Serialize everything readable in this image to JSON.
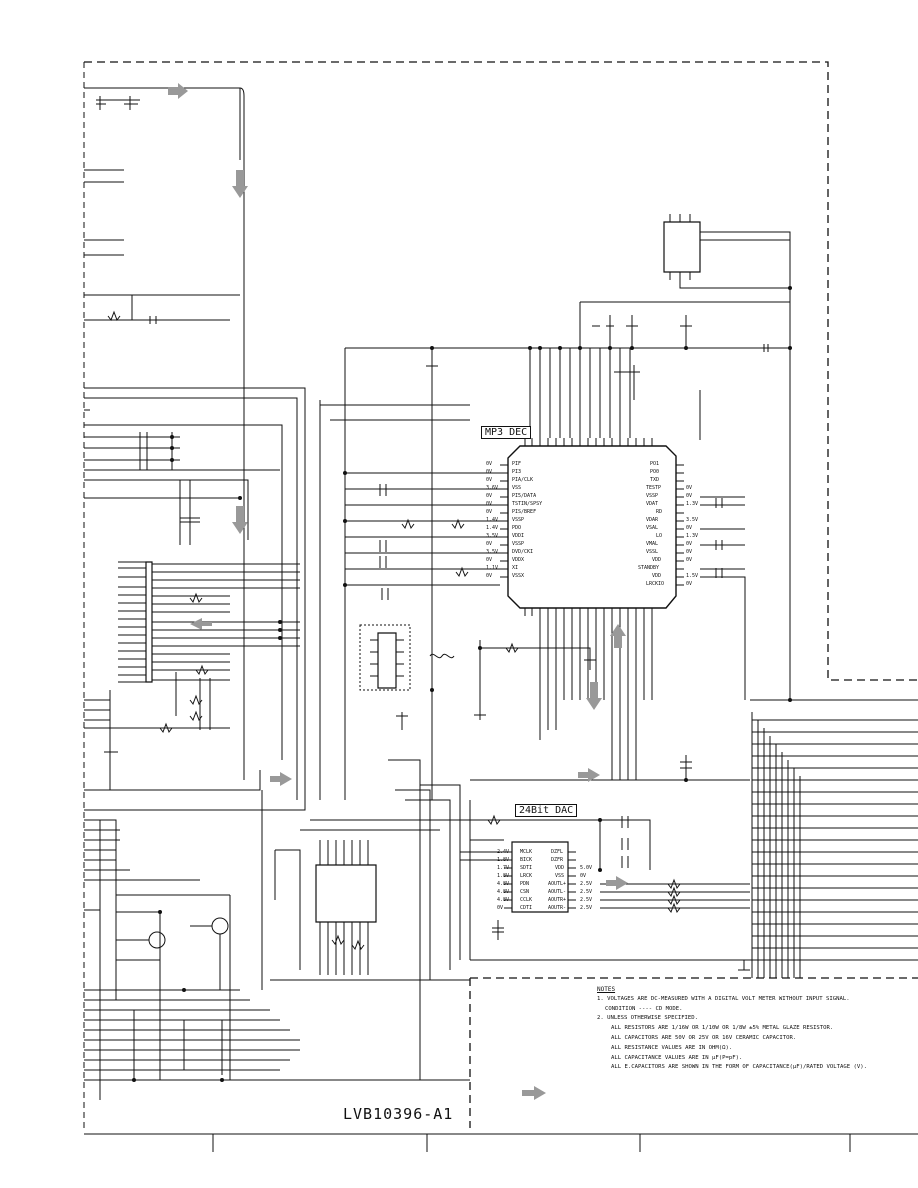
{
  "chips": {
    "mp3_dec": "MP3 DEC",
    "dac_24bit": "24Bit DAC"
  },
  "notes": {
    "heading": "NOTES",
    "lines": [
      "1. VOLTAGES ARE DC-MEASURED WITH A DIGITAL VOLT METER WITHOUT INPUT SIGNAL.",
      "CONDITION ---- CD MODE.",
      "2. UNLESS OTHERWISE SPECIFIED.",
      "ALL RESISTORS ARE 1/16W OR 1/10W OR 1/8W ±5% METAL GLAZE RESISTOR.",
      "ALL CAPACITORS ARE 50V OR 25V OR 16V CERAMIC CAPACITOR.",
      "ALL RESISTANCE VALUES ARE IN OHM(Ω).",
      "ALL CAPACITANCE VALUES ARE IN μF(P=pF).",
      "ALL E.CAPACITORS ARE SHOWN IN THE FORM OF CAPACITANCE(μF)/RATED VOLTAGE (V)."
    ]
  },
  "drawing_code": "LVB10396-A1",
  "dac_pins": {
    "left": [
      "MCLK",
      "BICK",
      "SDTI",
      "LRCK",
      "PDN",
      "CSN",
      "CCLK",
      "CDTI"
    ],
    "left_voltages": [
      "2.4V",
      "1.8V",
      "1.7V",
      "1.8V",
      "4.8V",
      "4.8V",
      "4.8V",
      "0V"
    ],
    "right": [
      "DZFL",
      "DZFR",
      "VDD",
      "VSS",
      "AOUTL+",
      "AOUTL-",
      "AOUTR+",
      "AOUTR-"
    ],
    "right_voltages": [
      "",
      "",
      "5.0V",
      "0V",
      "2.5V",
      "2.5V",
      "2.5V",
      "2.5V"
    ]
  },
  "mp3_pins": {
    "left": [
      "PIF",
      "PI3",
      "PIA/CLK",
      "VSS",
      "PI5/DATA",
      "TSTIN/SPSY",
      "PIS/BREF",
      "VSSP",
      "PDO",
      "VDDI",
      "VSSP",
      "DVD/CKI",
      "VDDX",
      "XI",
      "VSSX"
    ],
    "left_voltages": [
      "0V",
      "0V",
      "0V",
      "3.6V",
      "0V",
      "0V",
      "0V",
      "1.4V",
      "1.4V",
      "3.5V",
      "0V",
      "3.5V",
      "0V",
      "1.1V",
      "0V"
    ],
    "right": [
      "PO1",
      "PO0",
      "TXD",
      "TESTP",
      "VSSP",
      "VDAT",
      "RD",
      "VDAR",
      "VSAL",
      "LO",
      "VMAL",
      "VSSL",
      "VDD",
      "STANDBY",
      "VDD",
      "LRCKIO"
    ],
    "right_voltages": [
      "",
      "",
      "",
      "0V",
      "0V",
      "1.3V",
      "",
      "3.5V",
      "0V",
      "1.3V",
      "0V",
      "0V",
      "0V",
      "",
      "1.5V",
      "0V"
    ]
  }
}
